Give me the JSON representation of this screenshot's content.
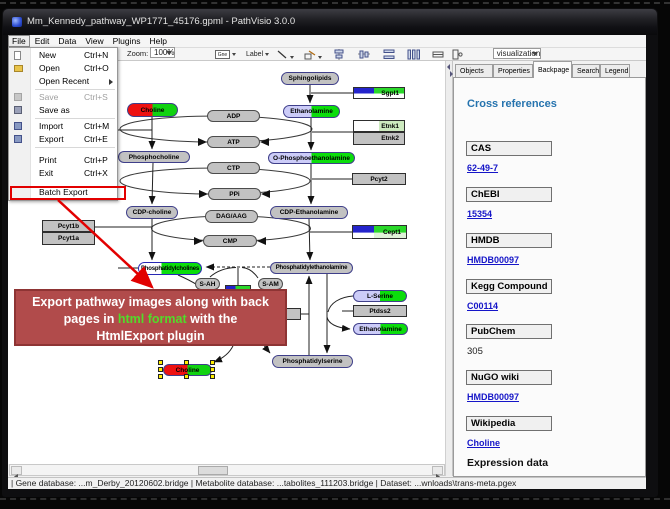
{
  "window": {
    "title": "Mm_Kennedy_pathway_WP1771_45176.gpml - PathVisio 3.0.0"
  },
  "menubar": {
    "items": [
      "File",
      "Edit",
      "Data",
      "View",
      "Plugins",
      "Help"
    ],
    "active": "File"
  },
  "toolbar": {
    "zoom_label": "Zoom:",
    "zoom_value": "100%",
    "gene_button_label": "Gne",
    "label_button_label": "Label",
    "visualization_value": "visualization"
  },
  "file_menu": {
    "items": [
      {
        "label": "New",
        "accel": "Ctrl+N"
      },
      {
        "label": "Open",
        "accel": "Ctrl+O"
      },
      {
        "label": "Open Recent",
        "accel": ""
      },
      {
        "label": "Save",
        "accel": "Ctrl+S",
        "disabled": true
      },
      {
        "label": "Save as",
        "accel": ""
      },
      {
        "label": "Import",
        "accel": "Ctrl+M"
      },
      {
        "label": "Export",
        "accel": "Ctrl+E"
      },
      {
        "label": "Print",
        "accel": "Ctrl+P"
      },
      {
        "label": "Exit",
        "accel": "Ctrl+X"
      },
      {
        "label": "Batch Export",
        "accel": "",
        "highlighted": true
      }
    ]
  },
  "annotation": {
    "line1": "Export pathway images along with back",
    "line2_pre": "pages in ",
    "line2_highlight": "html format",
    "line2_post": " with the",
    "line3": "HtmlExport plugin",
    "box_color": "#b14b4b",
    "highlight_color": "#52da2a",
    "arrow_color": "#e20000"
  },
  "sidebar": {
    "tabs": [
      "Objects",
      "Properties",
      "Backpage",
      "Search",
      "Legend"
    ],
    "active_tab": "Backpage",
    "heading": "Cross references",
    "sections": [
      {
        "name": "CAS",
        "value": "62-49-7",
        "is_link": true
      },
      {
        "name": "ChEBI",
        "value": "15354",
        "is_link": true
      },
      {
        "name": "HMDB",
        "value": "HMDB00097",
        "is_link": true
      },
      {
        "name": "Kegg Compound",
        "value": "C00114",
        "is_link": true
      },
      {
        "name": "PubChem",
        "value": "305",
        "is_link": false
      },
      {
        "name": "NuGO wiki",
        "value": "HMDB00097",
        "is_link": true
      },
      {
        "name": "Wikipedia",
        "value": "Choline",
        "is_link": true
      }
    ],
    "footer": "Expression data"
  },
  "statusbar": {
    "text": "| Gene database: ...m_Derby_20120602.bridge | Metabolite database: ...tabolites_111203.bridge | Dataset: ...wnloads\\trans-meta.pgex"
  },
  "pathway": {
    "node_colors": {
      "gray": "#c2c2c2",
      "red": "#ee1111",
      "green": "#0bdd0b",
      "lavender": "#ccccf8",
      "gene_blue": "#2424cc",
      "gene_green": "#2ad82a",
      "selection_handle": "#ffee00"
    },
    "nodes": [
      {
        "label": "Sphingolipids"
      },
      {
        "label": "Choline"
      },
      {
        "label": "Ethanolamine"
      },
      {
        "label": "ADP"
      },
      {
        "label": "ATP"
      },
      {
        "label": "Phosphocholine"
      },
      {
        "label": "O-Phosphoethanolamine"
      },
      {
        "label": "CTP"
      },
      {
        "label": "PPi"
      },
      {
        "label": "CDP-choline"
      },
      {
        "label": "DAG/AAG"
      },
      {
        "label": "CDP-Ethanolamine"
      },
      {
        "label": "CMP"
      },
      {
        "label": "Phosphatidylcholines"
      },
      {
        "label": "Phosphatidylethanolamine"
      },
      {
        "label": "S-AH"
      },
      {
        "label": "S-AM"
      },
      {
        "label": "L-Serine"
      },
      {
        "label": "Ethanolamine"
      },
      {
        "label": "Phosphatidylserine"
      },
      {
        "label": "Choline"
      },
      {
        "label": "Sgpl1"
      },
      {
        "label": "Etnk1"
      },
      {
        "label": "Etnk2"
      },
      {
        "label": "Pcyt2"
      },
      {
        "label": "Pcyt1b"
      },
      {
        "label": "Pcyt1a"
      },
      {
        "label": "Cept1"
      },
      {
        "label": "Ptdss2"
      }
    ]
  }
}
